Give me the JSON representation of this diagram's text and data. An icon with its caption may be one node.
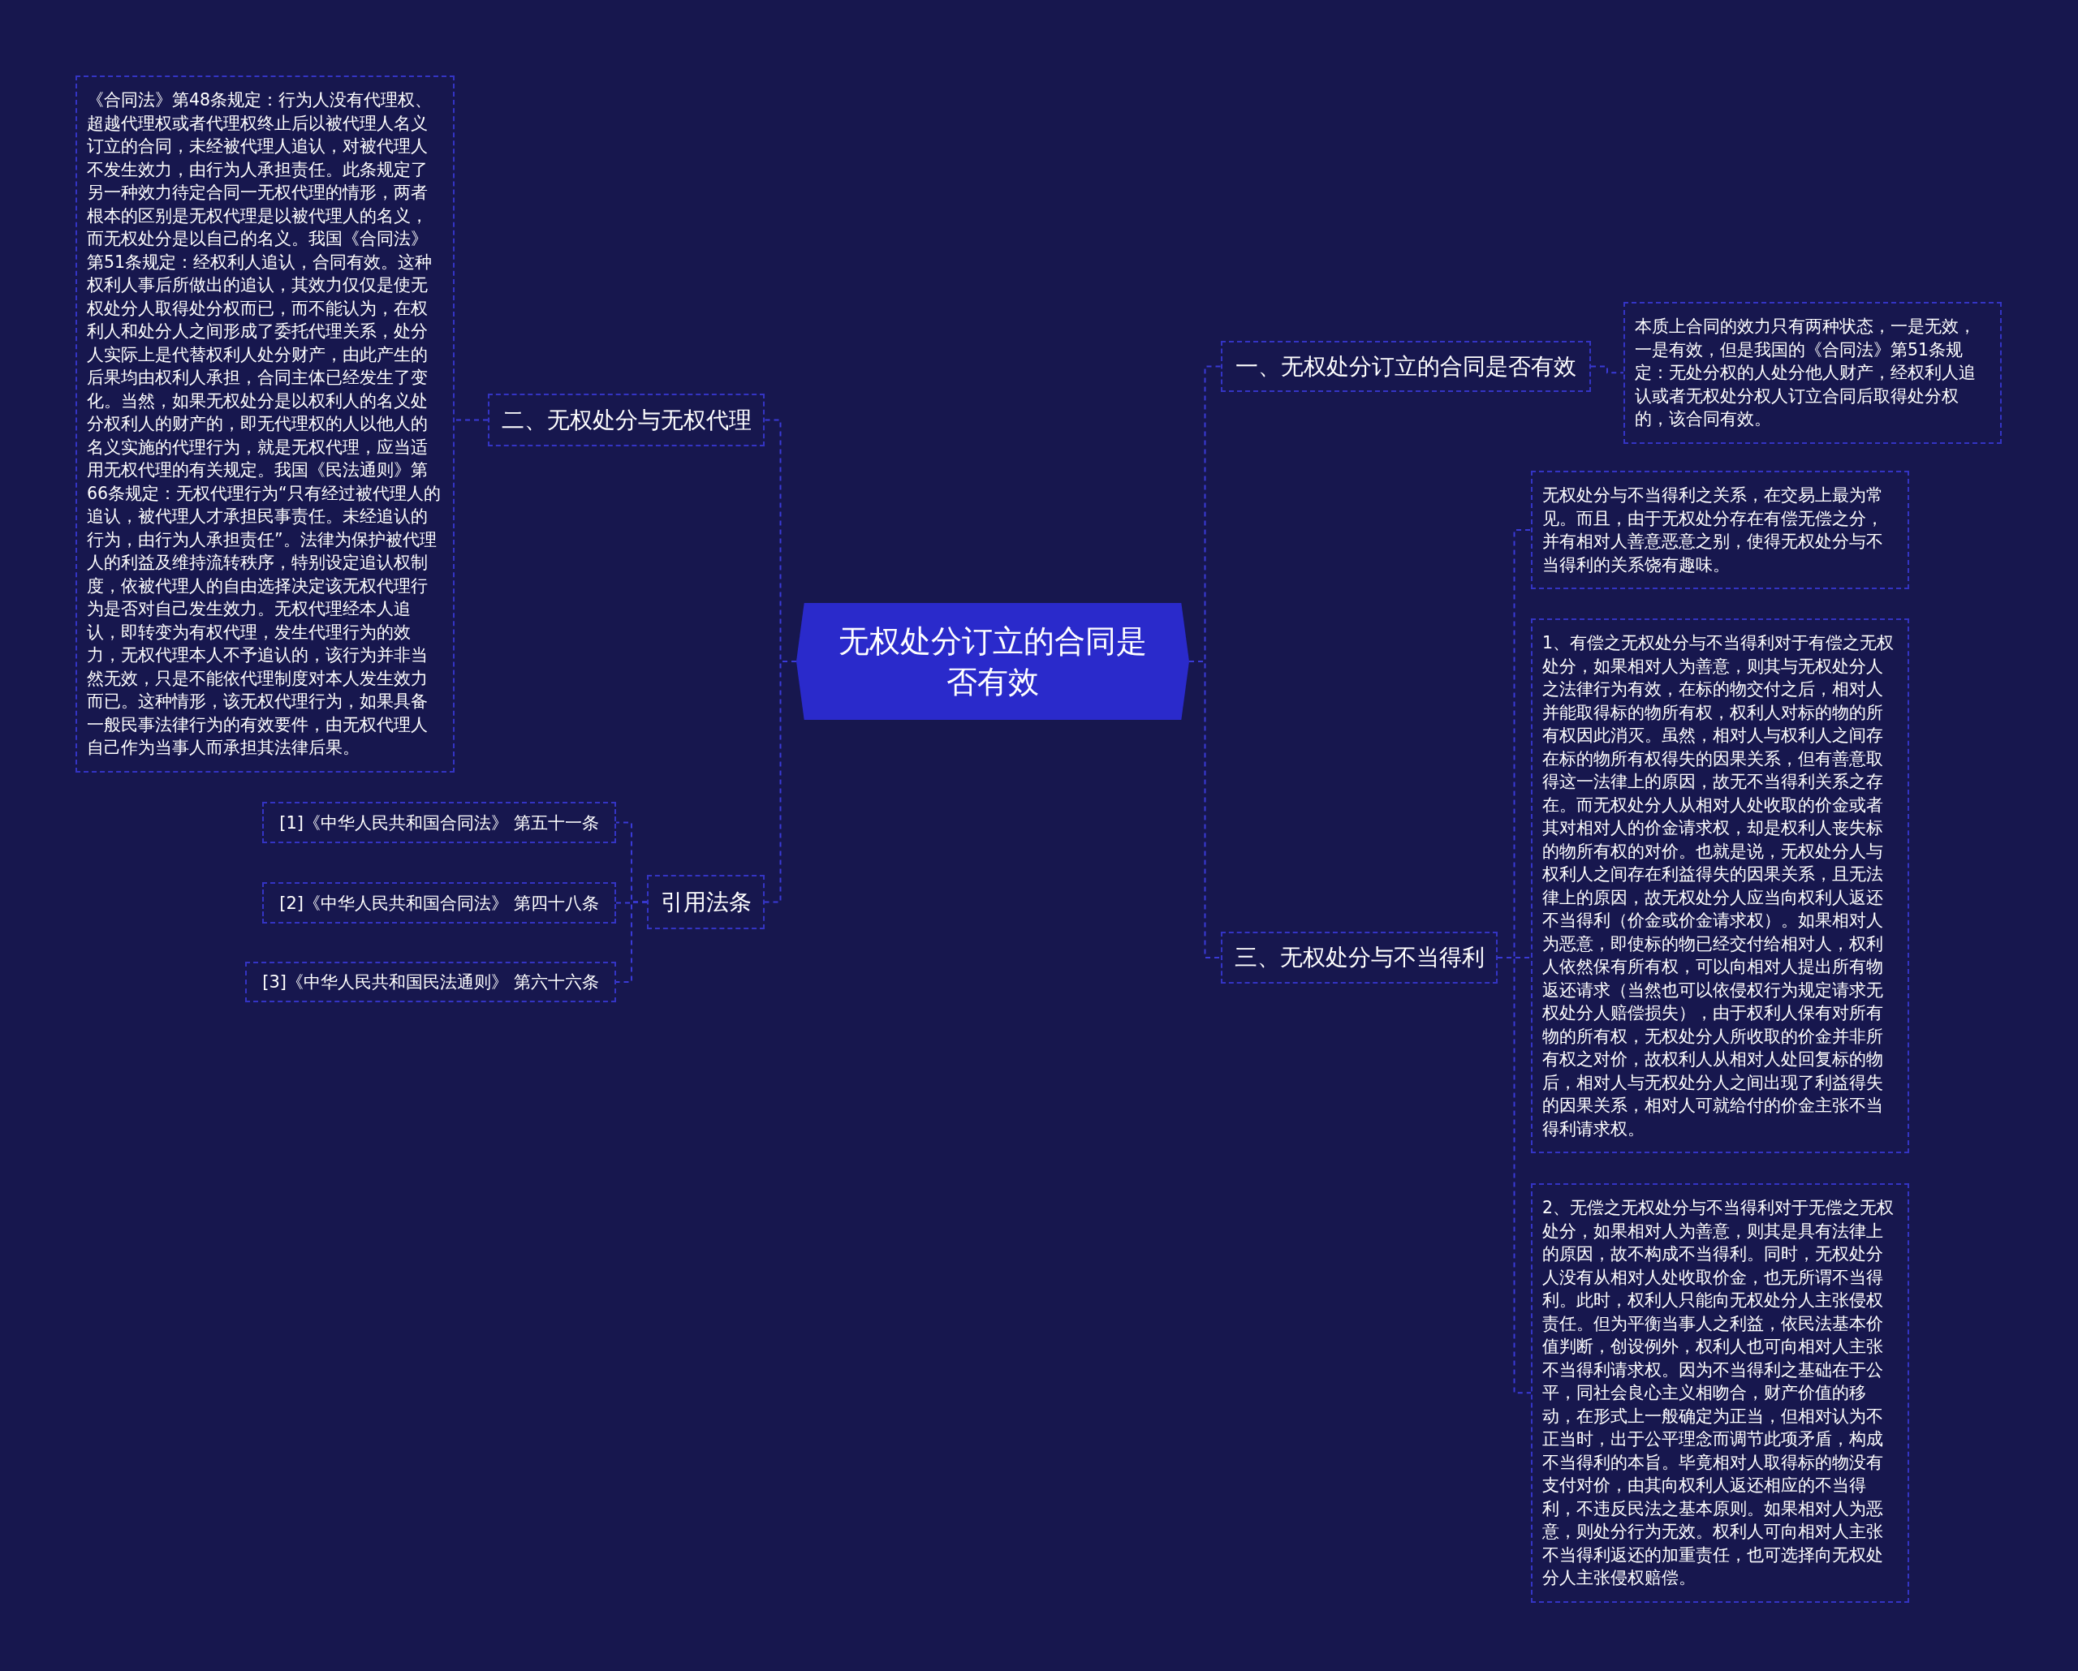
{
  "diagram": {
    "nodes": [
      {
        "text": [
          "无权处分订立的合同是否有效"
        ]
      },
      {
        "text": [
          "二、无权处分与无权代理"
        ]
      },
      {
        "text": [
          "《合同法》第48条规定：行为人没有代理权、超越代理权或者代理权终止后以被代理人名义订立的合同，未经被代理人追认，对被代理人不发生效力，由行为人承担责任。此条规定了另一种效力待定合同一无权代理的情形，两者根本的区别是无权代理是以被代理人的名义，而无权处分是以自己的名义。我国《合同法》第51条规定：经权利人追认，合同有效。这种权利人事后所做出的追认，其效力仅仅是使无权处分人取得处分权而已，而不能认为，在权利人和处分人之间形成了委托代理关系，处分人实际上是代替权利人处分财产，由此产生的后果均由权利人承担，合同主体已经发生了变化。当然，如果无权处分是以权利人的名义处分权利人的财产的，即无代理权的人以他人的名义实施的代理行为，就是无权代理，应当适用无权代理的有关规定。我国《民法通则》第66条规定：无权代理行为“只有经过被代理人的追认，被代理人才承担民事责任。未经追认的行为，由行为人承担责任”。法律为保护被代理人的利益及维持流转秩序，特别设定追认权制度，依被代理人的自由选择决定该无权代理行为是否对自己发生效力。无权代理经本人追认，即转变为有权代理，发生代理行为的效力，无权代理本人不予追认的，该行为并非当然无效，只是不能依代理制度对本人发生效力而已。这种情形，该无权代理行为，如果具备一般民事法律行为的有效要件，由无权代理人自己作为当事人而承担其法律后果。"
        ]
      },
      {
        "text": [
          "引用法条"
        ]
      },
      {
        "text": [
          "[1]《中华人民共和国合同法》 第五十一条"
        ]
      },
      {
        "text": [
          "[2]《中华人民共和国合同法》 第四十八条"
        ]
      },
      {
        "text": [
          "[3]《中华人民共和国民法通则》 第六十六条"
        ]
      },
      {
        "text": [
          "一、无权处分订立的合同是否有效"
        ]
      },
      {
        "text": [
          "本质上合同的效力只有两种状态，一是无效，一是有效，但是我国的《合同法》第51条规定：无处分权的人处分他人财产，经权利人追认或者无权处分权人订立合同后取得处分权的，该合同有效。"
        ]
      },
      {
        "text": [
          "三、无权处分与不当得利"
        ]
      },
      {
        "text": [
          "无权处分与不当得利之关系，在交易上最为常见。而且，由于无权处分存在有偿无偿之分，并有相对人善意恶意之别，使得无权处分与不当得利的关系饶有趣味。"
        ]
      },
      {
        "text": [
          "1、有偿之无权处分与不当得利对于有偿之无权处分，如果相对人为善意，则其与无权处分人之法律行为有效，在标的物交付之后，相对人并能取得标的物所有权，权利人对标的物的所有权因此消灭。虽然，相对人与权利人之间存在标的物所有权得失的因果关系，但有善意取得这一法律上的原因，故无不当得利关系之存在。而无权处分人从相对人处收取的价金或者其对相对人的价金请求权，却是权利人丧失标的物所有权的对价。也就是说，无权处分人与权利人之间存在利益得失的因果关系，且无法律上的原因，故无权处分人应当向权利人返还不当得利（价金或价金请求权）。如果相对人为恶意，即使标的物已经交付给相对人，权利人依然保有所有权，可以向相对人提出所有物返还请求（当然也可以依侵权行为规定请求无权处分人赔偿损失），由于权利人保有对所有物的所有权，无权处分人所收取的价金并非所有权之对价，故权利人从相对人处回复标的物后，相对人与无权处分人之间出现了利益得失的因果关系，相对人可就给付的价金主张不当得利请求权。"
        ]
      },
      {
        "text": [
          "2、无偿之无权处分与不当得利对于无偿之无权处分，如果相对人为善意，则其是具有法律上的原因，故不构成不当得利。同时，无权处分人没有从相对人处收取价金，也无所谓不当得利。此时，权利人只能向无权处分人主张侵权责任。但为平衡当事人之利益，依民法基本价值判断，创设例外，权利人也可向相对人主张不当得利请求权。因为不当得利之基础在于公平，同社会良心主义相吻合，财产价值的移动，在形式上一般确定为正当，但相对认为不正当时，出于公平理念而调节此项矛盾，构成不当得利的本旨。毕竟相对人取得标的物没有支付对价，由其向权利人返还相应的不当得利，不违反民法之基本原则。如果相对人为恶意，则处分行为无效。权利人可向相对人主张不当得利返还的加重责任，也可选择向无权处分人主张侵权赔偿。"
        ]
      }
    ],
    "edges": [
      {
        "from": 0,
        "to": 1,
        "arrow": "none"
      },
      {
        "from": 1,
        "to": 2,
        "arrow": "none"
      },
      {
        "from": 0,
        "to": 3,
        "arrow": "none"
      },
      {
        "from": 3,
        "to": 4,
        "arrow": "none"
      },
      {
        "from": 3,
        "to": 5,
        "arrow": "none"
      },
      {
        "from": 3,
        "to": 6,
        "arrow": "none"
      },
      {
        "from": 0,
        "to": 7,
        "arrow": "none"
      },
      {
        "from": 7,
        "to": 8,
        "arrow": "none"
      },
      {
        "from": 0,
        "to": 9,
        "arrow": "none"
      },
      {
        "from": 9,
        "to": 10,
        "arrow": "none"
      },
      {
        "from": 9,
        "to": 11,
        "arrow": "none"
      },
      {
        "from": 9,
        "to": 12,
        "arrow": "none"
      }
    ]
  }
}
